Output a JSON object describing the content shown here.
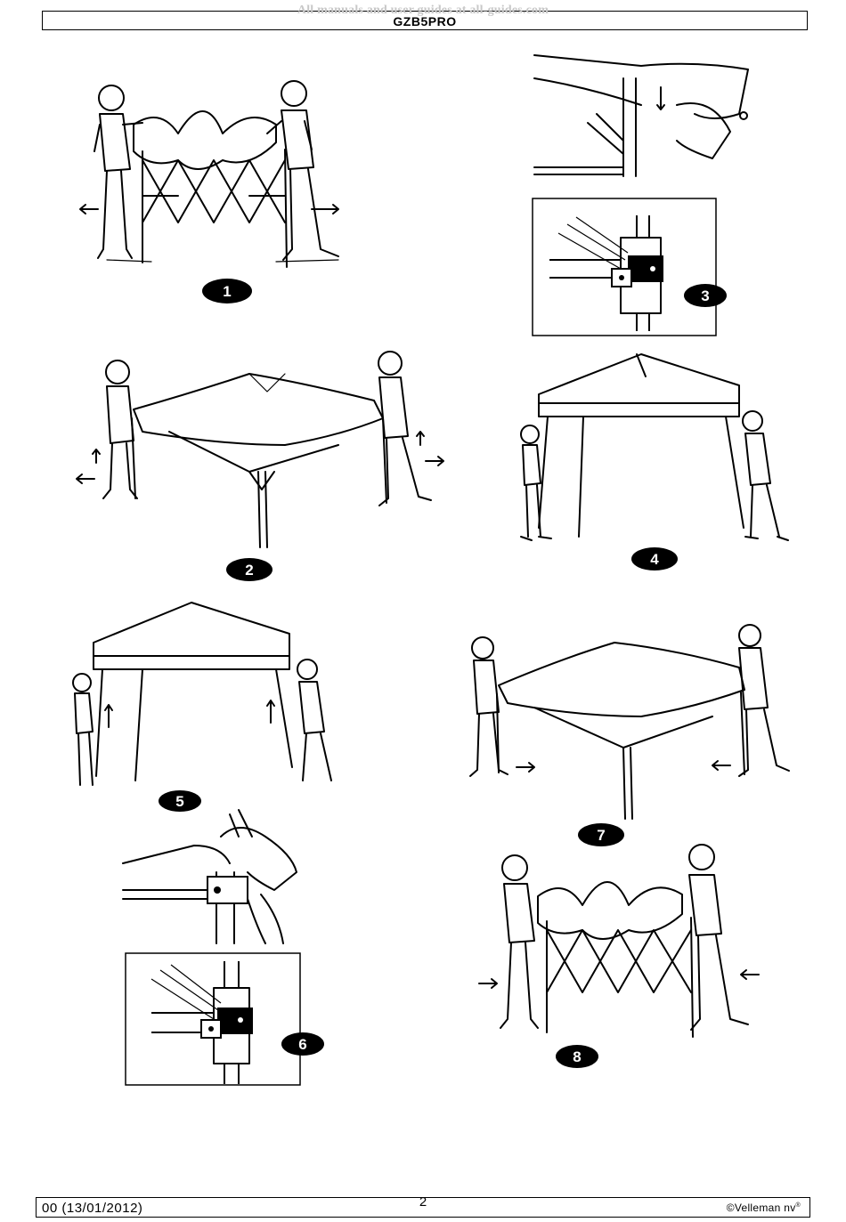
{
  "watermark": "All manuals and user guides at all-guides.com",
  "header": {
    "title": "GZB5PRO"
  },
  "steps": [
    "1",
    "2",
    "3",
    "4",
    "5",
    "6",
    "7",
    "8"
  ],
  "footer": {
    "version": "00 (13/01/2012)",
    "page_number": "2",
    "copyright": "©Velleman nv",
    "registered": "®"
  }
}
